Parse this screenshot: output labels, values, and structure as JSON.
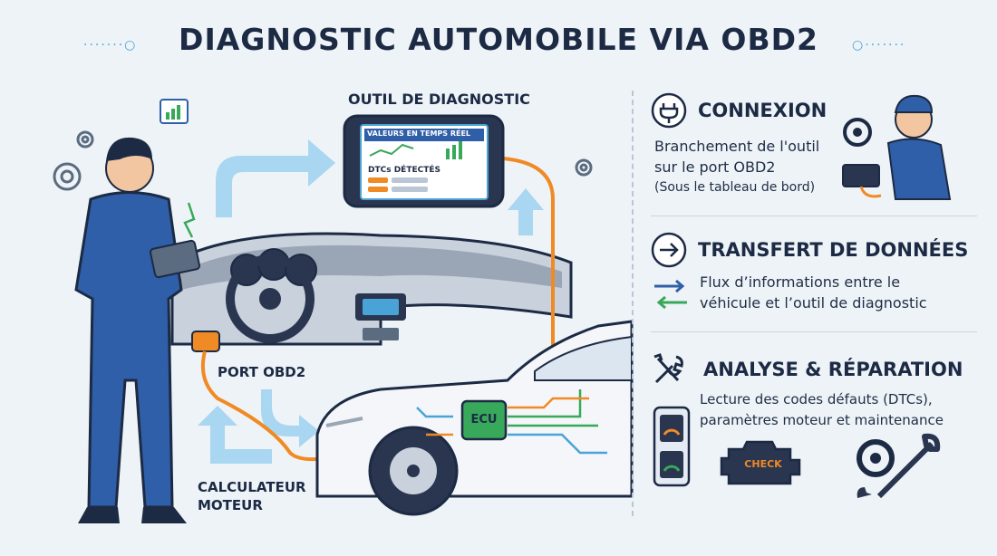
{
  "title": "DIAGNOSTIC AUTOMOBILE VIA OBD2",
  "labels": {
    "tool": "OUTIL DE DIAGNOSTIC",
    "port": "PORT OBD2",
    "ecu_line1": "CALCULATEUR",
    "ecu_line2": "MOTEUR",
    "ecu_chip": "ECU"
  },
  "screen": {
    "header": "VALEURS EN TEMPS RÉEL",
    "dtc": "DTCs DÉTECTÉS"
  },
  "panels": {
    "connexion": {
      "heading": "CONNEXION",
      "line1": "Branchement de l'outil",
      "line2": "sur le port OBD2",
      "line3": "(Sous le tableau de bord)",
      "icon": "plug-icon"
    },
    "transfert": {
      "heading": "TRANSFERT DE DONNÉES",
      "line1": "Flux d’informations entre le",
      "line2": "véhicule et l’outil de diagnostic",
      "icon": "arrow-right-icon"
    },
    "analyse": {
      "heading": "ANALYSE & RÉPARATION",
      "line1": "Lecture des codes défauts (DTCs),",
      "line2": "paramètres moteur et maintenance",
      "icon": "wrench-screwdriver-icon",
      "check_label": "CHECK"
    }
  },
  "colors": {
    "navy": "#1c2a44",
    "blue": "#2f5fa8",
    "light_blue": "#a9d6f0",
    "orange": "#f08a24",
    "green": "#38a85a",
    "car": "#f4f6f9"
  }
}
